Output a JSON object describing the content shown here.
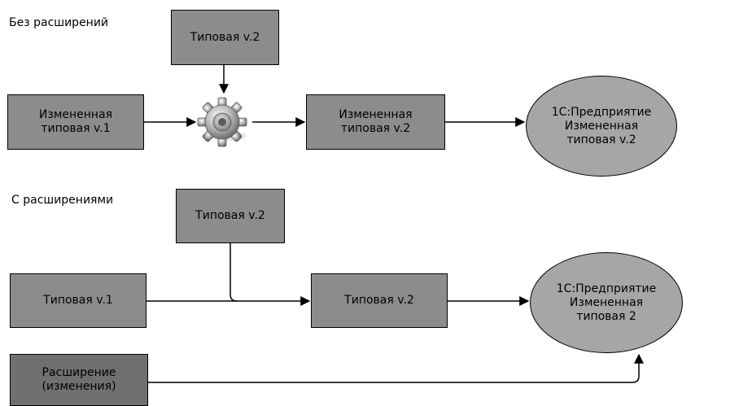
{
  "top_section": {
    "heading": "Без расширений",
    "box_typical_v2": "Типовая v.2",
    "box_modified_v1": [
      "Измененная",
      "типовая v.1"
    ],
    "box_modified_v2": [
      "Измененная",
      "типовая v.2"
    ],
    "result_ellipse": [
      "1С:Предприятие",
      "Измененная",
      "типовая v.2"
    ],
    "merge_icon": "gear-icon"
  },
  "bottom_section": {
    "heading": "С расширениями",
    "box_typical_v2_top": "Типовая v.2",
    "box_typical_v1": "Типовая v.1",
    "box_typical_v2_mid": "Типовая v.2",
    "box_extension": [
      "Расширение",
      "(изменения)"
    ],
    "result_ellipse": [
      "1С:Предприятие",
      "Измененная",
      "типовая 2"
    ]
  },
  "colors": {
    "box_fill": "#8c8c8c",
    "extension_fill": "#707070",
    "ellipse_fill": "#a6a6a6",
    "line": "#000000"
  }
}
